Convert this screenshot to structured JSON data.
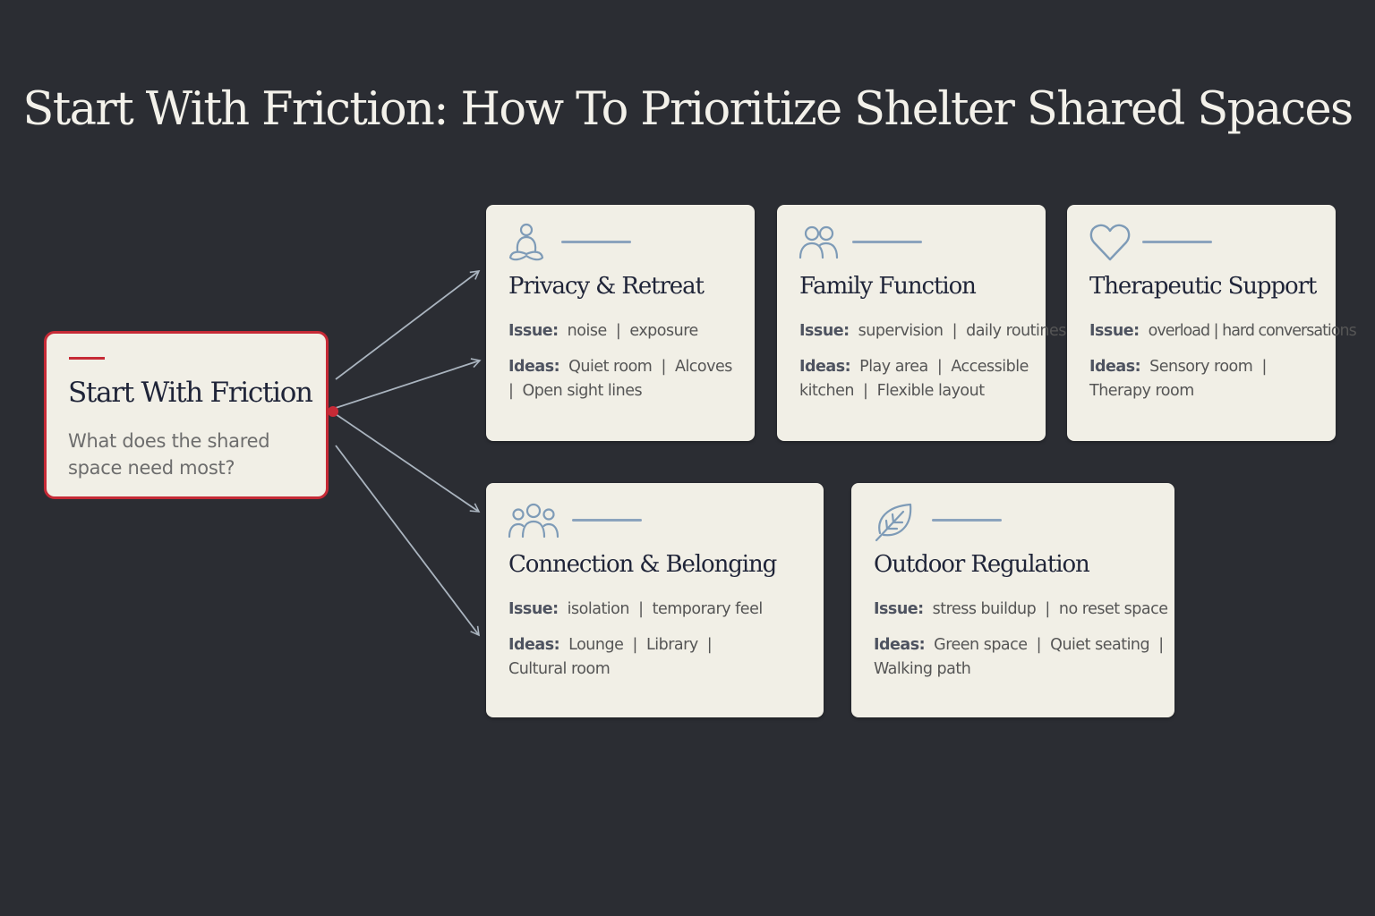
{
  "title": "Start With Friction: How To Prioritize Shelter Shared Spaces",
  "start_node": {
    "title": "Start With Friction",
    "question": "What does the shared space need most?"
  },
  "cards": [
    {
      "icon": "person-meditation-icon",
      "title": "Privacy & Retreat",
      "issue_label": "Issue:",
      "issue": "noise  |  exposure",
      "ideas_label": "Ideas:",
      "ideas": "Quiet room  |  Alcoves  |  Open sight lines"
    },
    {
      "icon": "two-people-icon",
      "title": "Family Function",
      "issue_label": "Issue:",
      "issue": "supervision  |  daily routines",
      "ideas_label": "Ideas:",
      "ideas": "Play area  |  Accessible kitchen  |  Flexible layout"
    },
    {
      "icon": "heart-icon",
      "title": "Therapeutic Support",
      "issue_label": "Issue:",
      "issue": "overload | hard conversations",
      "ideas_label": "Ideas:",
      "ideas": "Sensory room  |  Therapy room"
    },
    {
      "icon": "group-people-icon",
      "title": "Connection & Belonging",
      "issue_label": "Issue:",
      "issue": "isolation  |  temporary feel",
      "ideas_label": "Ideas:",
      "ideas": "Lounge  |  Library  |  Cultural room"
    },
    {
      "icon": "leaf-icon",
      "title": "Outdoor Regulation",
      "issue_label": "Issue:",
      "issue": "stress buildup  |  no reset space",
      "ideas_label": "Ideas:",
      "ideas": "Green space  |  Quiet seating  |  Walking path"
    }
  ],
  "colors": {
    "background": "#2b2d33",
    "card": "#f1efe6",
    "accent_red": "#c62a36",
    "icon_blue": "#7e9bb7",
    "connector": "#aab4bf",
    "heading": "#1f2438"
  }
}
